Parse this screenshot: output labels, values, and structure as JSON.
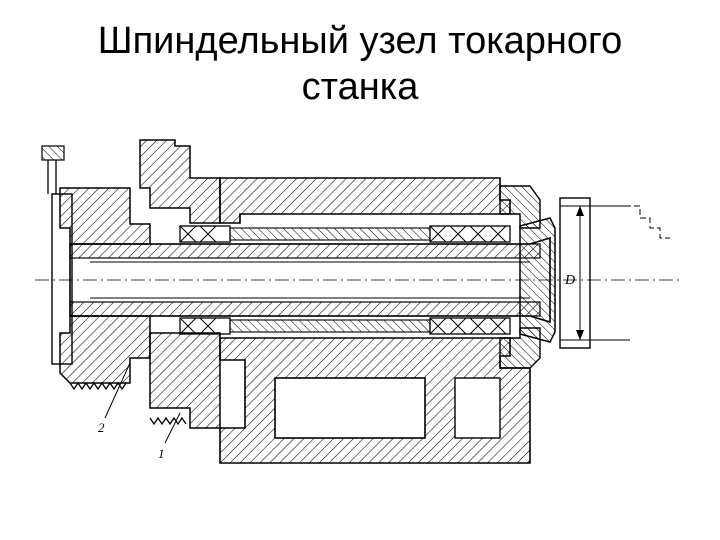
{
  "slide": {
    "title_line1": "Шпиндельный узел токарного",
    "title_line2": "станка"
  },
  "diagram": {
    "label_1": "1",
    "label_2": "2",
    "dimension_label": "D"
  }
}
